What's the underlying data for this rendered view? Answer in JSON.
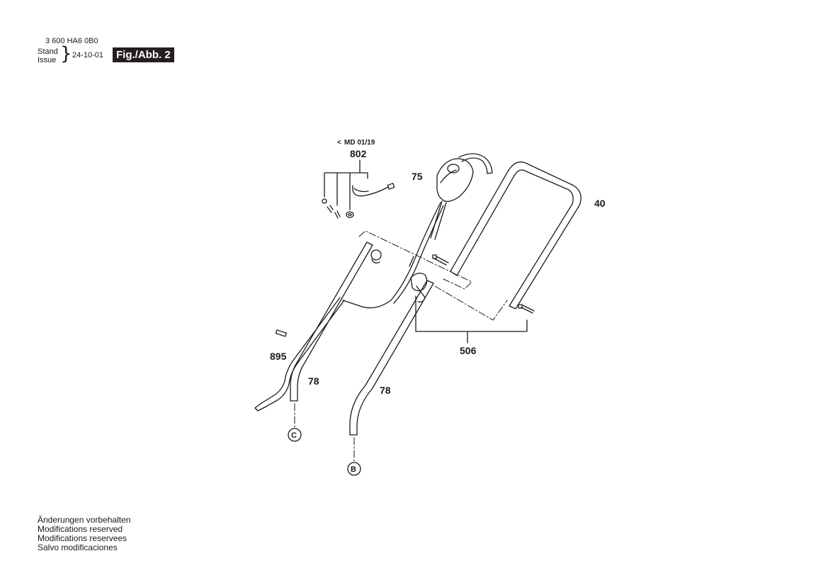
{
  "header": {
    "part_number": "3 600 HA6 0B0",
    "stand_label": "Stand",
    "issue_label": "Issue",
    "issue_date": "24-10-01",
    "figure_label": "Fig./Abb. 2"
  },
  "callouts": {
    "md_note": "MD 01/19",
    "p802": "802",
    "p75": "75",
    "p40": "40",
    "p506": "506",
    "p895": "895",
    "p78_left": "78",
    "p78_right": "78",
    "ref_c": "C",
    "ref_b": "B"
  },
  "notes": [
    "Änderungen vorbehalten",
    "Modifications reserved",
    "Modifications reservees",
    "Salvo modificaciones"
  ]
}
